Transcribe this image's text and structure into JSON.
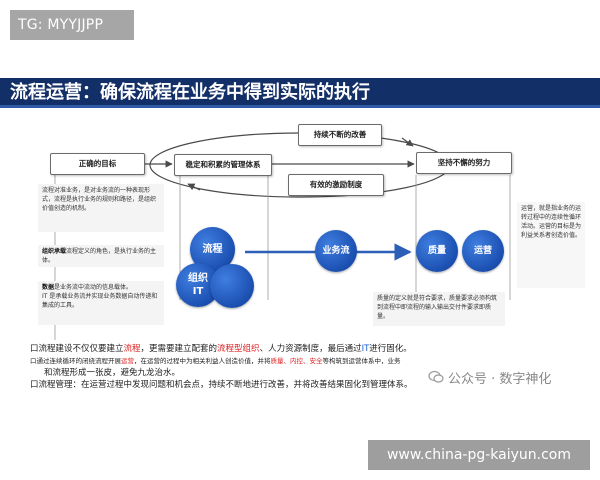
{
  "tag": "TG: MYYJJPP",
  "title": "流程运营：确保流程在业务中得到实际的执行",
  "diagram": {
    "box_improve": "持续不断的改善",
    "box_goal": "正确的目标",
    "box_mgmt": "稳定和积累的管理体系",
    "box_effort": "坚持不懈的努力",
    "box_incentive": "有效的激励制度",
    "circle_process": "流程",
    "circle_org_it": "组织\nIT",
    "circle_flow": "业务流",
    "circle_quality": "质量",
    "circle_operation": "运营",
    "note_process": "流程对准业务，是对业务流的一种表现形式，流程是执行业务的规则和路径，是组织价值创造的机制。",
    "note_org_lead": "组织承载",
    "note_org_rest": "流程定义的角色，是执行业务的主体。",
    "note_data_lead": "数据",
    "note_data_rest": "是业务流中流动的信息载体。",
    "note_it": "IT 是承载业务流并实现业务数据自动传递和集成的工具。",
    "note_quality": "质量的定义就是符合要求，质量要求必须构筑到流程中即流程的输入输出交付件要求即质量。",
    "note_operation": "运营，就是指业务的运转过程中的连续性循环活动。运营的目标是为利益关系者创造价值。"
  },
  "bottom": {
    "l1_a": "口流程建设不仅仅要建立",
    "l1_b": "流程",
    "l1_c": "，更需要建立配套的",
    "l1_d": "流程型组织",
    "l1_e": "、人力资源制度，最后通过",
    "l1_f": "IT",
    "l1_g": "进行固化。",
    "l2_a": "口通过连续循环的闭绕流程开展",
    "l2_b": "运营",
    "l2_c": "，在运营的过程中为相关利益人创造价值，并将",
    "l2_d": "质量、内控、安全",
    "l2_e": "等构筑到运营体系中，业务",
    "l3": "和流程形成一张皮，避免九龙治水。",
    "l4": "口流程管理：在运营过程中发现问题和机会点，持续不断地进行改善，并将改善结果固化到管理体系。"
  },
  "watermark": "公众号 · 数字神化",
  "url": "www.china-pg-kaiyun.com"
}
